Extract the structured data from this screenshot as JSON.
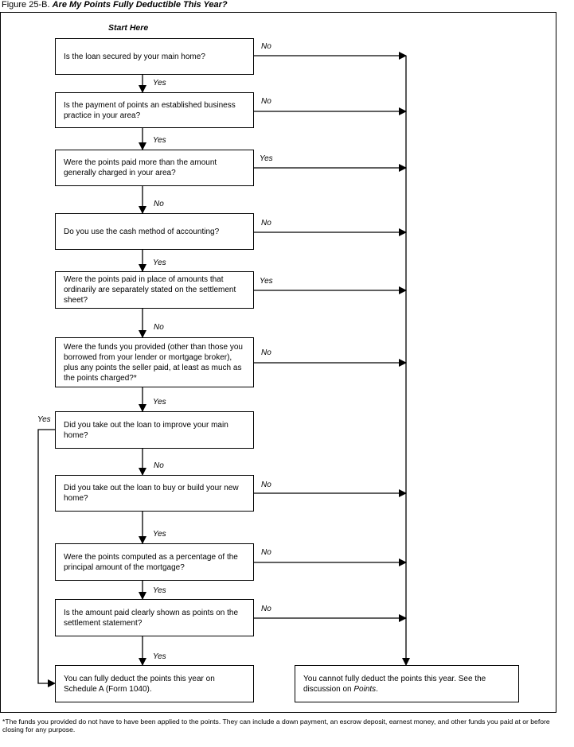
{
  "figure": {
    "number": "Figure 25-B.",
    "title": "Are My Points Fully Deductible This Year?",
    "start": "Start Here"
  },
  "questions": [
    {
      "text": "Is the loan secured by your main home?",
      "exit": "No",
      "continue": "Yes"
    },
    {
      "text": "Is the payment of points an established business practice in your area?",
      "exit": "No",
      "continue": "Yes"
    },
    {
      "text": "Were the points paid more than the amount generally charged in your area?",
      "exit": "Yes",
      "continue": "No"
    },
    {
      "text": "Do you use the cash method of accounting?",
      "exit": "No",
      "continue": "Yes"
    },
    {
      "text": "Were the points paid in place of amounts that ordinarily are separately stated on the settlement sheet?",
      "exit": "Yes",
      "continue": "No"
    },
    {
      "text": "Were the funds you provided (other than those you borrowed from your lender or mortgage broker), plus any points the seller paid, at least as much as the points charged?*",
      "exit": "No",
      "continue": "Yes"
    },
    {
      "text": "Did you take out the loan to improve your main home?",
      "exit": "Yes",
      "continue": "No"
    },
    {
      "text": "Did you take out the loan to buy or build your new home?",
      "exit": "No",
      "continue": "Yes"
    },
    {
      "text": "Were the points computed as a percentage of the principal amount of the mortgage?",
      "exit": "No",
      "continue": "Yes"
    },
    {
      "text": "Is the amount paid clearly shown as points on the settlement statement?",
      "exit": "No",
      "continue": "Yes"
    }
  ],
  "outcomes": {
    "yes": "You can fully deduct the points this year on Schedule A (Form 1040).",
    "no_prefix": "You cannot fully deduct the points this year. See the discussion on ",
    "no_link": "Points",
    "no_suffix": "."
  },
  "footnote": "*The funds you provided do not have to have been applied to the points. They can include a down payment, an escrow deposit, earnest money, and other funds you paid at or before closing for any purpose."
}
